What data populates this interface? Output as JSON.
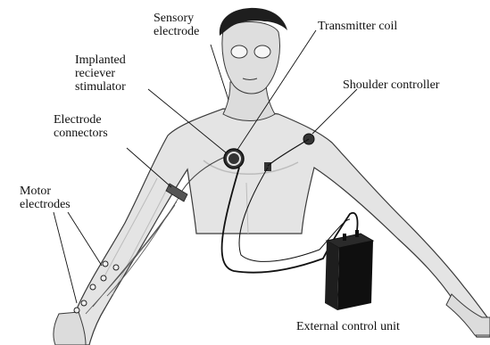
{
  "labels": {
    "sensory_electrode": "Sensory\nelectrode",
    "transmitter_coil": "Transmitter coil",
    "implanted_receiver": "Implanted\nreciever\nstimulator",
    "shoulder_controller": "Shoulder controller",
    "electrode_connectors": "Electrode\nconnectors",
    "motor_electrodes": "Motor\nelectrodes",
    "external_control_unit": "External control unit"
  },
  "colors": {
    "skin": "#e4e4e4",
    "skin_shade": "#bcbcbc",
    "outline": "#3a3a3a",
    "hair": "#1e1e1e",
    "device": "#0f0f0f",
    "wire": "#111111"
  }
}
